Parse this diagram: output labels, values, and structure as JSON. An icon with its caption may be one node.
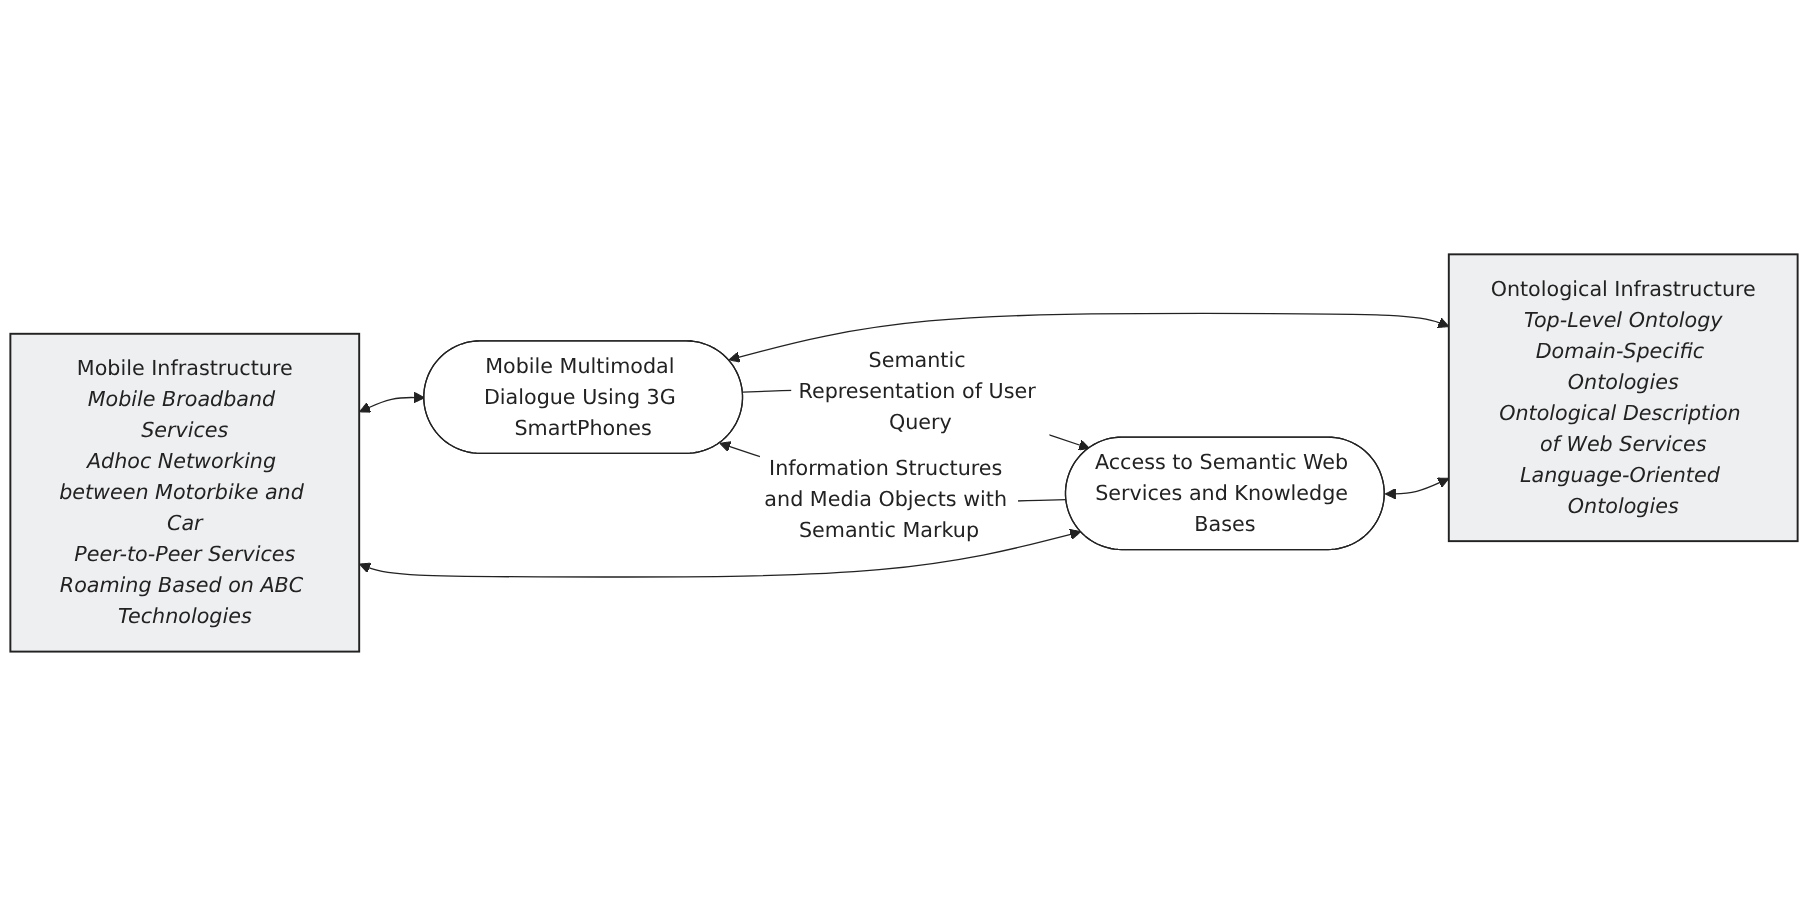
{
  "diagram": {
    "nodes": [
      {
        "text": [
          "Mobile Infrastructure",
          "Mobile Broadband Services",
          "Adhoc Networking between Motorbike and Car",
          "Peer-to-Peer Services",
          "Roaming Based on ABC Technologies"
        ]
      },
      {
        "text": [
          "Mobile Multimodal Dialogue Using 3G SmartPhones"
        ]
      },
      {
        "text": [
          "Ontological Infrastructure",
          "Top-Level Ontology",
          "Domain-Specific Ontologies",
          "Ontological Description of Web Services",
          "Language-Oriented Ontologies"
        ]
      },
      {
        "text": [
          "Access to Semantic Web Services and Knowledge Bases"
        ]
      }
    ],
    "edges": [
      {
        "from": 0,
        "to": 1,
        "arrow": "both"
      },
      {
        "from": 1,
        "to": 2,
        "arrow": "both"
      },
      {
        "from": 1,
        "to": 3,
        "arrow": "to",
        "label": "Semantic Representation of User Query"
      },
      {
        "from": 3,
        "to": 1,
        "arrow": "to",
        "label": "Information Structures and Media Objects with Semantic Markup"
      },
      {
        "from": 0,
        "to": 3,
        "arrow": "both"
      },
      {
        "from": 3,
        "to": 2,
        "arrow": "both"
      }
    ]
  }
}
